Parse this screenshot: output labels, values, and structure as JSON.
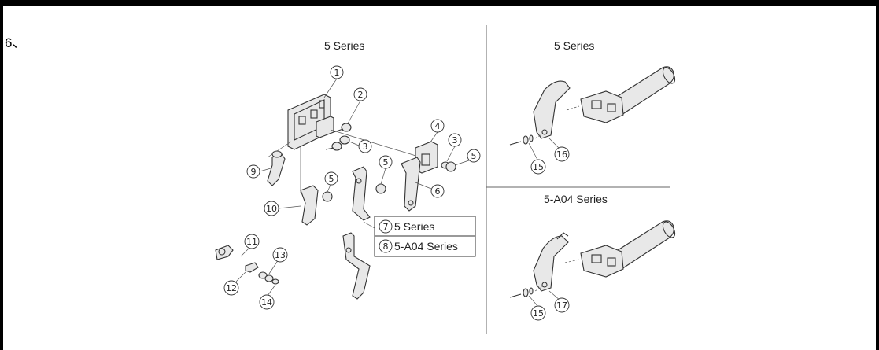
{
  "step_label": "6、",
  "panels": {
    "left_title": "5 Series",
    "right_top_title": "5 Series",
    "right_bottom_title": "5-A04 Series"
  },
  "callouts": {
    "c1": "1",
    "c2": "2",
    "c3a": "3",
    "c3b": "3",
    "c4": "4",
    "c5a": "5",
    "c5b": "5",
    "c5c": "5",
    "c6": "6",
    "c9": "9",
    "c10": "10",
    "c11": "11",
    "c12": "12",
    "c13": "13",
    "c14": "14",
    "c15a": "15",
    "c15b": "15",
    "c16": "16",
    "c17": "17"
  },
  "legend_box": {
    "row1_num": "7",
    "row1_text": "5 Series",
    "row2_num": "8",
    "row2_text": "5-A04 Series"
  }
}
